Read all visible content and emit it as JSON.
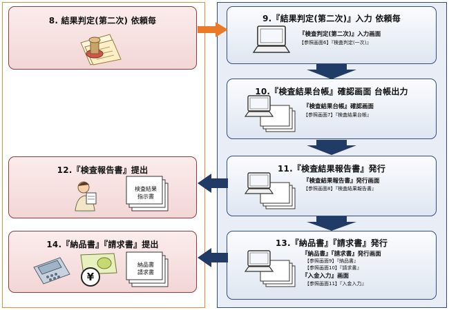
{
  "left_steps": [
    {
      "id": "step8",
      "title": "8. 結果判定(第二次) 依頼毎"
    },
    {
      "id": "step12",
      "title": "12.『検査報告書』提出",
      "doc_lines": [
        "検査結果",
        "指示書"
      ]
    },
    {
      "id": "step14",
      "title": "14.『納品書』『請求書』提出",
      "doc_lines": [
        "納品書",
        "請求書"
      ]
    }
  ],
  "right_steps": [
    {
      "id": "step9",
      "title": "9.『結果判定(第二次)』入力 依頼毎",
      "lines": [
        {
          "text": "『検査判定(第二次)』入力画面",
          "style": "sub"
        },
        {
          "text": "【参照画面6】『検査判定(一次)』",
          "style": "ref"
        }
      ]
    },
    {
      "id": "step10",
      "title": "10.『検査結果台帳』確認画面 台帳出力",
      "lines": [
        {
          "text": "『検査結果台帳』確認画面",
          "style": "sub"
        },
        {
          "text": "【参照画面7】『検査結果台帳』",
          "style": "ref"
        }
      ]
    },
    {
      "id": "step11",
      "title": "11.『検査結果報告書』発行",
      "lines": [
        {
          "text": "『検査結果報告書』発行画面",
          "style": "sub"
        },
        {
          "text": "【参照画面8】『検査結果報告書』",
          "style": "ref"
        }
      ]
    },
    {
      "id": "step13",
      "title": "13.『納品書』『請求書』発行",
      "lines": [
        {
          "text": "『納品書』『請求書』発行画面",
          "style": "sub"
        },
        {
          "text": "【参照画面9】『納品書』",
          "style": "ref"
        },
        {
          "text": "【参照画面10】『請求書』",
          "style": "ref"
        },
        {
          "text": "『入金入力』画面",
          "style": "sub"
        },
        {
          "text": "【参照画面11】『入金入力』",
          "style": "ref"
        }
      ]
    }
  ],
  "icons": {
    "stamp": "stamp-document-icon",
    "laptop": "laptop-icon",
    "person": "person-reading-icon",
    "calculator": "calculator-icon",
    "yen": "yen-coin-icon",
    "document_stack": "document-stack-icon"
  },
  "colors": {
    "left_border": "#e8883a",
    "right_border": "#2b4a7a",
    "arrow_orange": "#ea7a28",
    "arrow_navy": "#1f3b66"
  }
}
